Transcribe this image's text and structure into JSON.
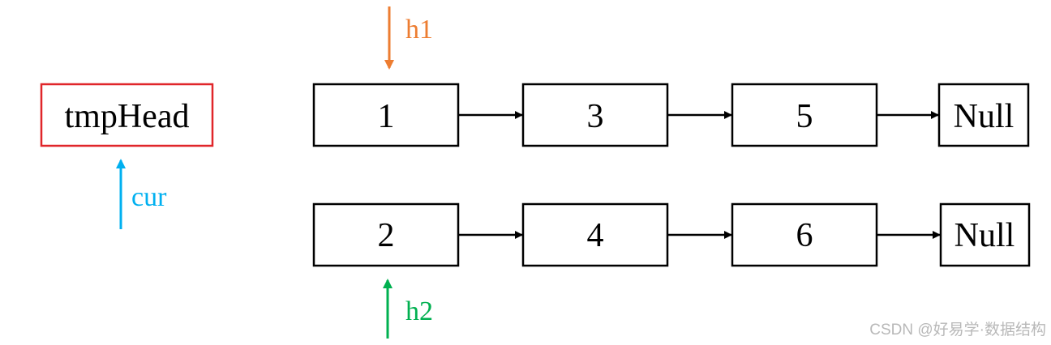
{
  "tmp_head": {
    "label": "tmpHead",
    "border_color": "#e0262a"
  },
  "lists": [
    {
      "nodes": [
        "1",
        "3",
        "5"
      ],
      "terminal": "Null"
    },
    {
      "nodes": [
        "2",
        "4",
        "6"
      ],
      "terminal": "Null"
    }
  ],
  "pointers": {
    "h1": {
      "label": "h1",
      "color": "#ed7d31",
      "direction": "down"
    },
    "h2": {
      "label": "h2",
      "color": "#00b050",
      "direction": "up"
    },
    "cur": {
      "label": "cur",
      "color": "#00b0f0",
      "direction": "up"
    }
  },
  "watermark": "CSDN @好易学·数据结构"
}
